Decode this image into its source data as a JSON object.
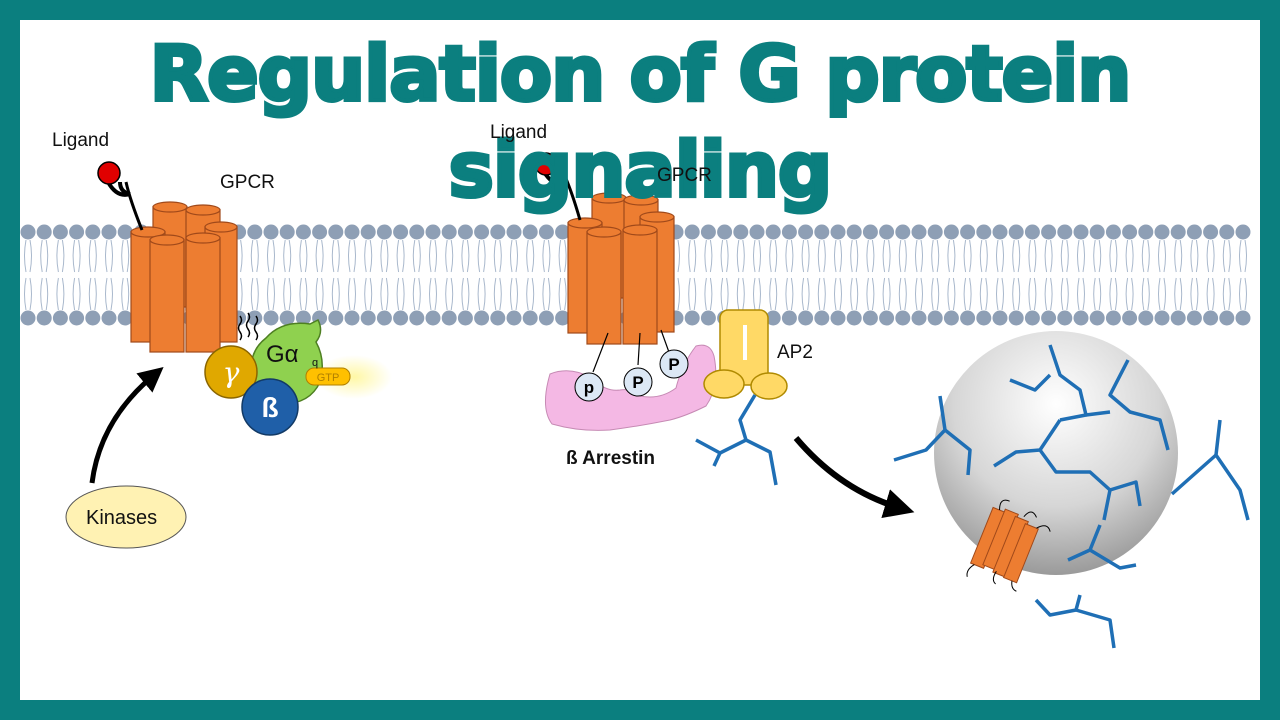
{
  "title": "Regulation of G protein signaling",
  "labels": {
    "ligand_left": "Ligand",
    "gpcr_left": "GPCR",
    "ligand_right": "Ligand",
    "gpcr_right": "GPCR",
    "kinases": "Kinases",
    "gamma": "γ",
    "beta": "ß",
    "g_alpha": "Gα",
    "g_alpha_sub": "q",
    "gtp": "GTP",
    "arrestin": "ß Arrestin",
    "ap2": "AP2",
    "phospho_1": "p",
    "phospho_2": "P",
    "phospho_3": "P"
  },
  "colors": {
    "frame": "#0b7f7f",
    "receptor": "#ed7d31",
    "lipid_head": "#8e9fb5",
    "ligand": "#e00000",
    "gamma": "#e0a800",
    "beta": "#1f5fa8",
    "g_alpha": "#8fd14f",
    "gtp": "#ffc000",
    "arrestin": "#f4b8e4",
    "ap2": "#ffd966",
    "clathrin": "#1f6fb5",
    "kinases": "#fff2b3"
  }
}
